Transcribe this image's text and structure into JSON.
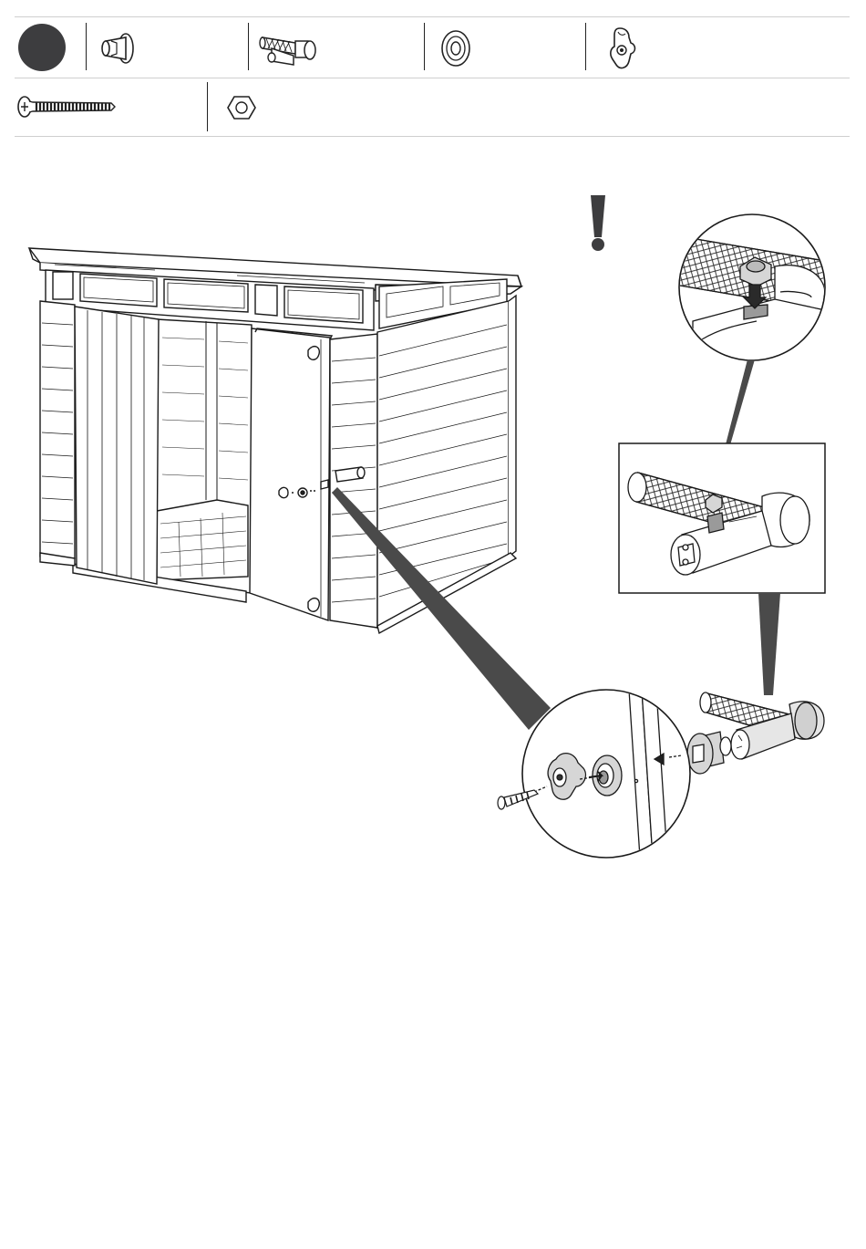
{
  "header": {
    "step_number": "",
    "parts": [
      {
        "icon": "door-pin-bushing-icon",
        "qty": ""
      },
      {
        "icon": "door-handle-pin-icon",
        "qty": ""
      },
      {
        "icon": "washer-icon",
        "qty": ""
      },
      {
        "icon": "wing-lock-clip-icon",
        "qty": ""
      },
      {
        "icon": "long-screw-icon",
        "qty": ""
      },
      {
        "icon": "hex-nut-icon",
        "qty": ""
      }
    ]
  },
  "illustration": {
    "warning_symbol": "!",
    "callouts": [
      "shed-with-open-doors",
      "nut-insert-detail",
      "pin-assembly-detail",
      "door-hardware-exploded-detail"
    ]
  },
  "colors": {
    "ink": "#1a1a1a",
    "step_circle": "#3d3d3f",
    "leader": "#4a4a4a",
    "part_fill": "#d6d6d6"
  }
}
